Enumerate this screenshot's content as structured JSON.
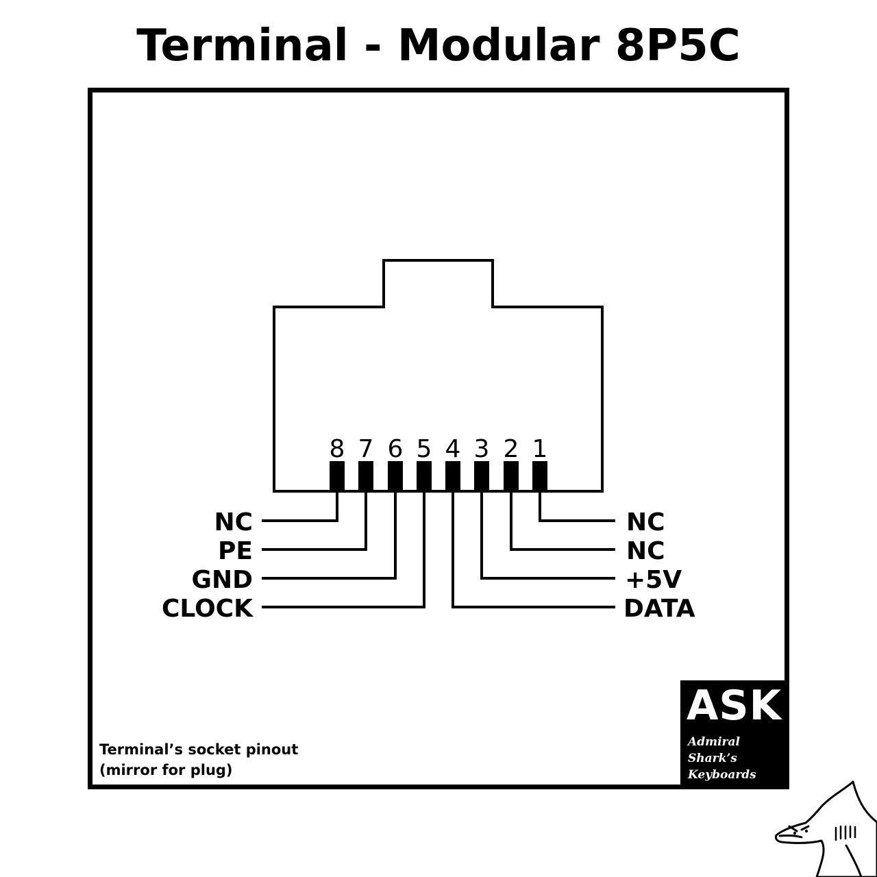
{
  "title": "Terminal - Modular 8P5C",
  "pins": [
    {
      "number": "8",
      "label": "NC"
    },
    {
      "number": "7",
      "label": "PE"
    },
    {
      "number": "6",
      "label": "GND"
    },
    {
      "number": "5",
      "label": "CLOCK"
    },
    {
      "number": "4",
      "label": "DATA"
    },
    {
      "number": "3",
      "label": "+5V"
    },
    {
      "number": "2",
      "label": "NC"
    },
    {
      "number": "1",
      "label": "NC"
    }
  ],
  "caption": {
    "line1": "Terminal’s socket pinout",
    "line2": "(mirror for plug)"
  },
  "logo": {
    "abbr": "ASK",
    "name_line1": "Admiral",
    "name_line2": "Shark’s",
    "name_line3": "Keyboards"
  },
  "mascot": "shark-mascot-icon"
}
